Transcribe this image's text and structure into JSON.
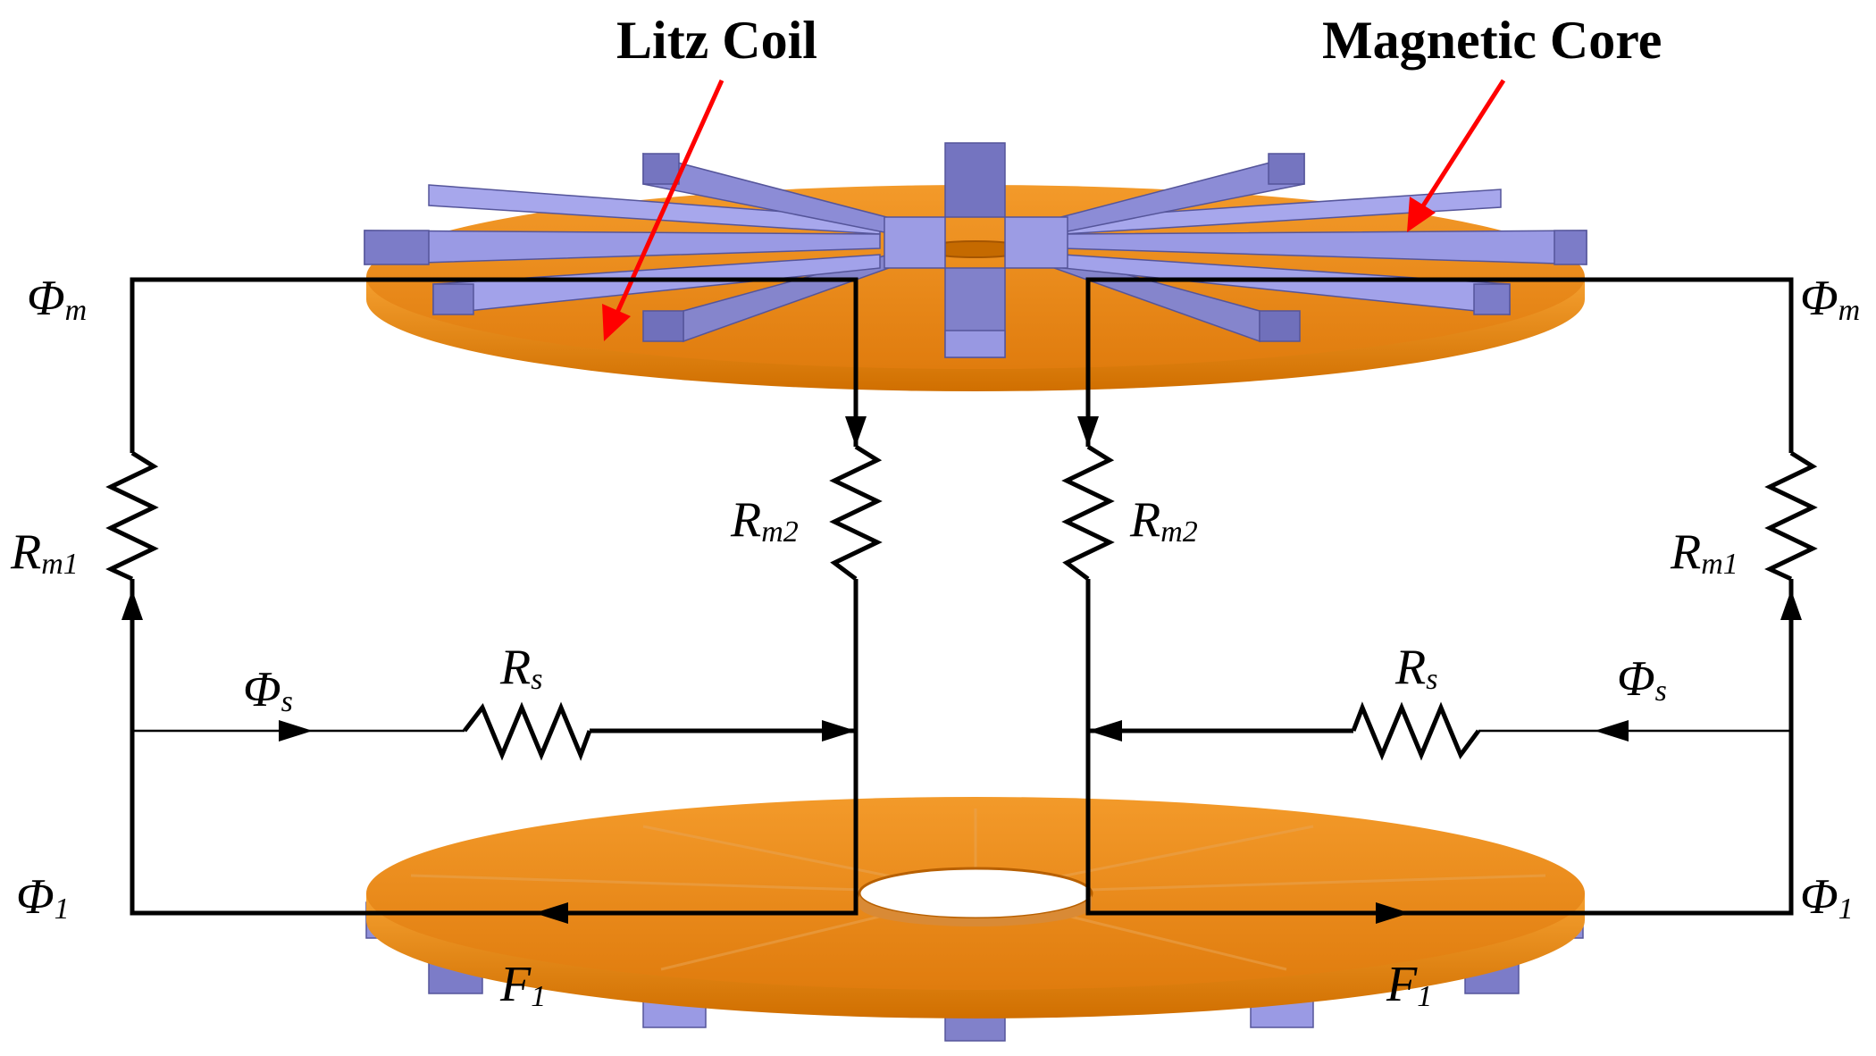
{
  "callouts": {
    "litz_coil": "Litz Coil",
    "magnetic_core": "Magnetic Core"
  },
  "symbols": {
    "phi_m": {
      "main": "Φ",
      "sub": "m"
    },
    "phi_s": {
      "main": "Φ",
      "sub": "s"
    },
    "phi_1": {
      "main": "Φ",
      "sub": "1"
    },
    "r_m1": {
      "main": "R",
      "sub": "m1"
    },
    "r_m2": {
      "main": "R",
      "sub": "m2"
    },
    "r_s": {
      "main": "R",
      "sub": "s"
    },
    "f_1": {
      "main": "F",
      "sub": "1"
    }
  },
  "colors": {
    "coil_orange": "#f08a12",
    "coil_orange_dark": "#c86a00",
    "core_purple": "#8f8fd8",
    "core_purple_dark": "#6a6ab0",
    "callout_arrow": "#ff0000",
    "wire": "#000000"
  }
}
